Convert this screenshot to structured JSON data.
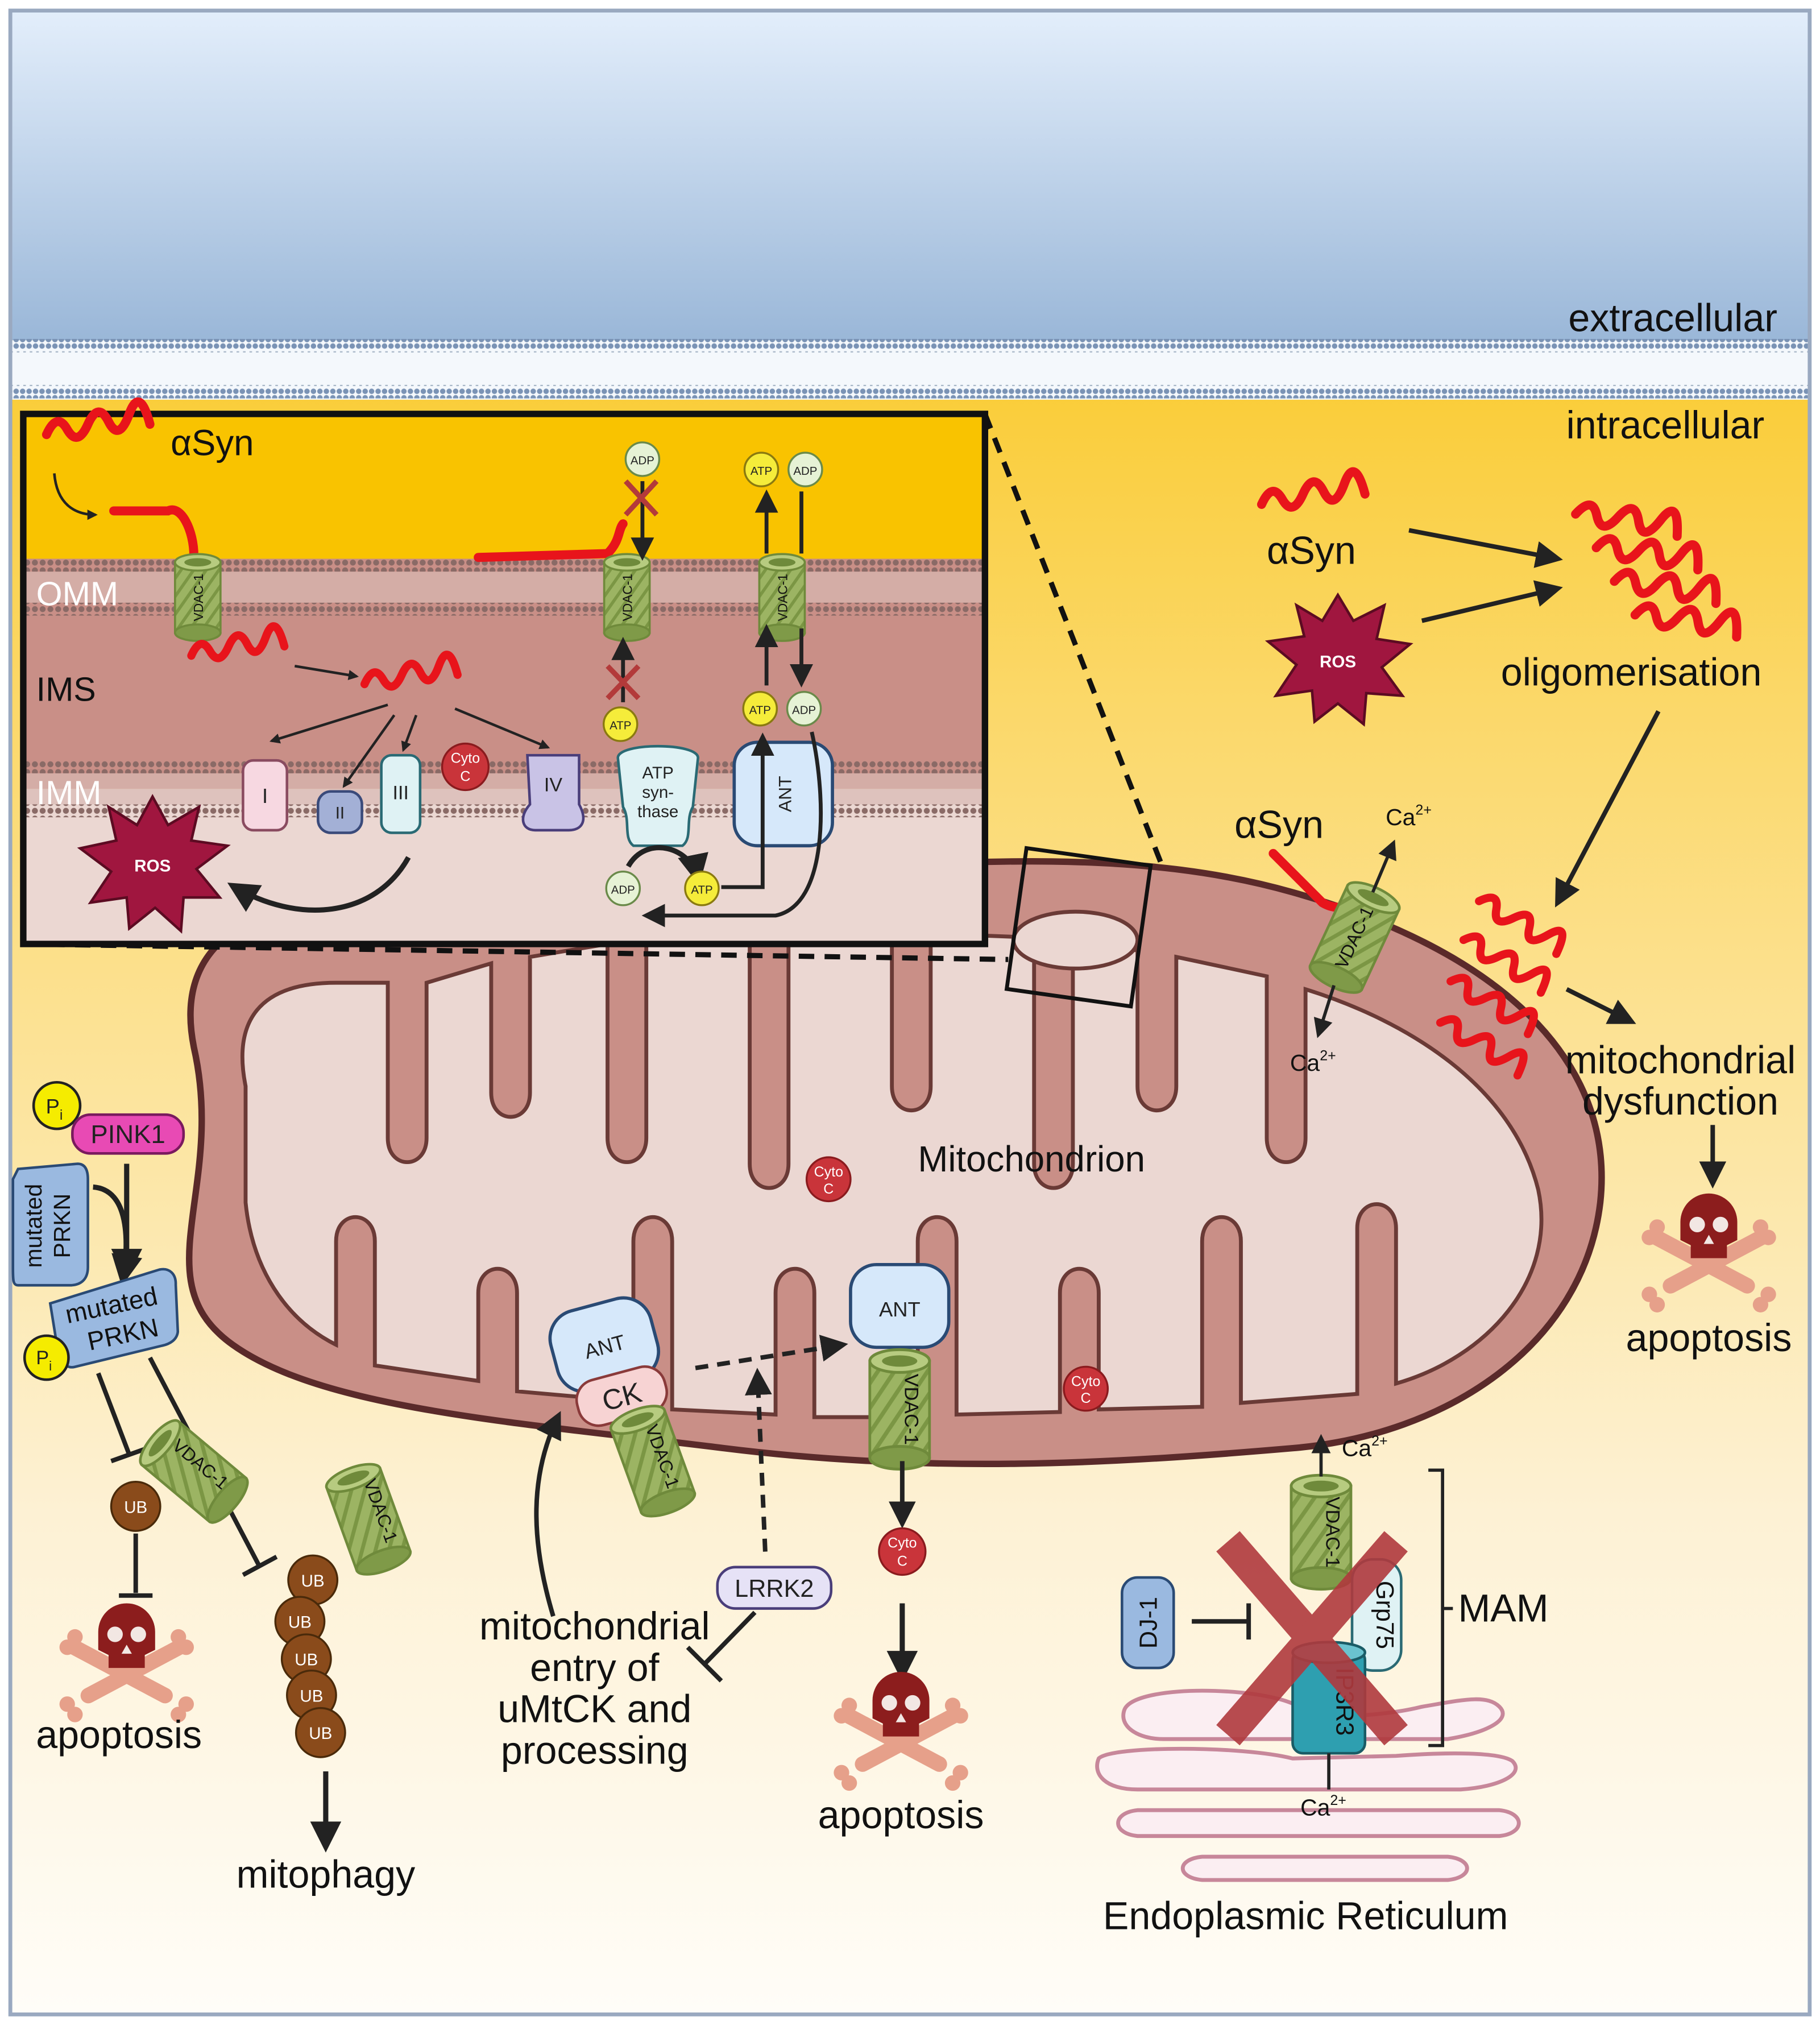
{
  "regions": {
    "extracellular": "extracellular",
    "intracellular": "intracellular",
    "mitochondrion": "Mitochondrion",
    "er": "Endoplasmic Reticulum"
  },
  "inset": {
    "asyn": "αSyn",
    "omm": "OMM",
    "ims": "IMS",
    "imm": "IMM",
    "complex_1": "I",
    "complex_2": "II",
    "complex_3": "III",
    "complex_4": "IV",
    "cyto_1": "Cyto",
    "cyto_2": "C",
    "ros": "ROS",
    "vdac": "VDAC-1",
    "adp": "ADP",
    "atp": "ATP",
    "atp_synthase_1": "ATP",
    "atp_synthase_2": "syn-",
    "atp_synthase_3": "thase",
    "ant": "ANT"
  },
  "right_pathway": {
    "asyn_top": "αSyn",
    "ros": "ROS",
    "oligomerisation": "oligomerisation",
    "asyn_vdac": "αSyn",
    "vdac": "VDAC-1",
    "ca": "Ca",
    "ca_sup": "2+",
    "mito_dysfunction_1": "mitochondrial",
    "mito_dysfunction_2": "dysfunction",
    "apoptosis": "apoptosis"
  },
  "left_pathway": {
    "pi": "P",
    "pi_sub": "i",
    "pink1": "PINK1",
    "mutated": "mutated",
    "prkn": "PRKN",
    "vdac": "VDAC-1",
    "ub": "UB",
    "apoptosis": "apoptosis",
    "mitophagy": "mitophagy"
  },
  "center_pathway": {
    "ant": "ANT",
    "ck": "CK",
    "vdac": "VDAC-1",
    "lrrk2": "LRRK2",
    "entry_1": "mitochondrial",
    "entry_2": "entry of",
    "entry_3": "uMtCK and",
    "entry_4": "processing",
    "cyto_1": "Cyto",
    "cyto_2": "C",
    "apoptosis": "apoptosis"
  },
  "mam": {
    "ca": "Ca",
    "ca_sup": "2+",
    "vdac": "VDAC-1",
    "dj1": "DJ-1",
    "grp75": "Grp75",
    "ip3r3": "IP3R3",
    "mam": "MAM"
  },
  "colors": {
    "asyn": "#e8141b",
    "ros": "#a0163f",
    "vdac": "#9cb463",
    "mito": "#c98f87",
    "ub": "#8a4b1b",
    "skull": "#8c1d1d",
    "bones": "#e6a08a"
  }
}
